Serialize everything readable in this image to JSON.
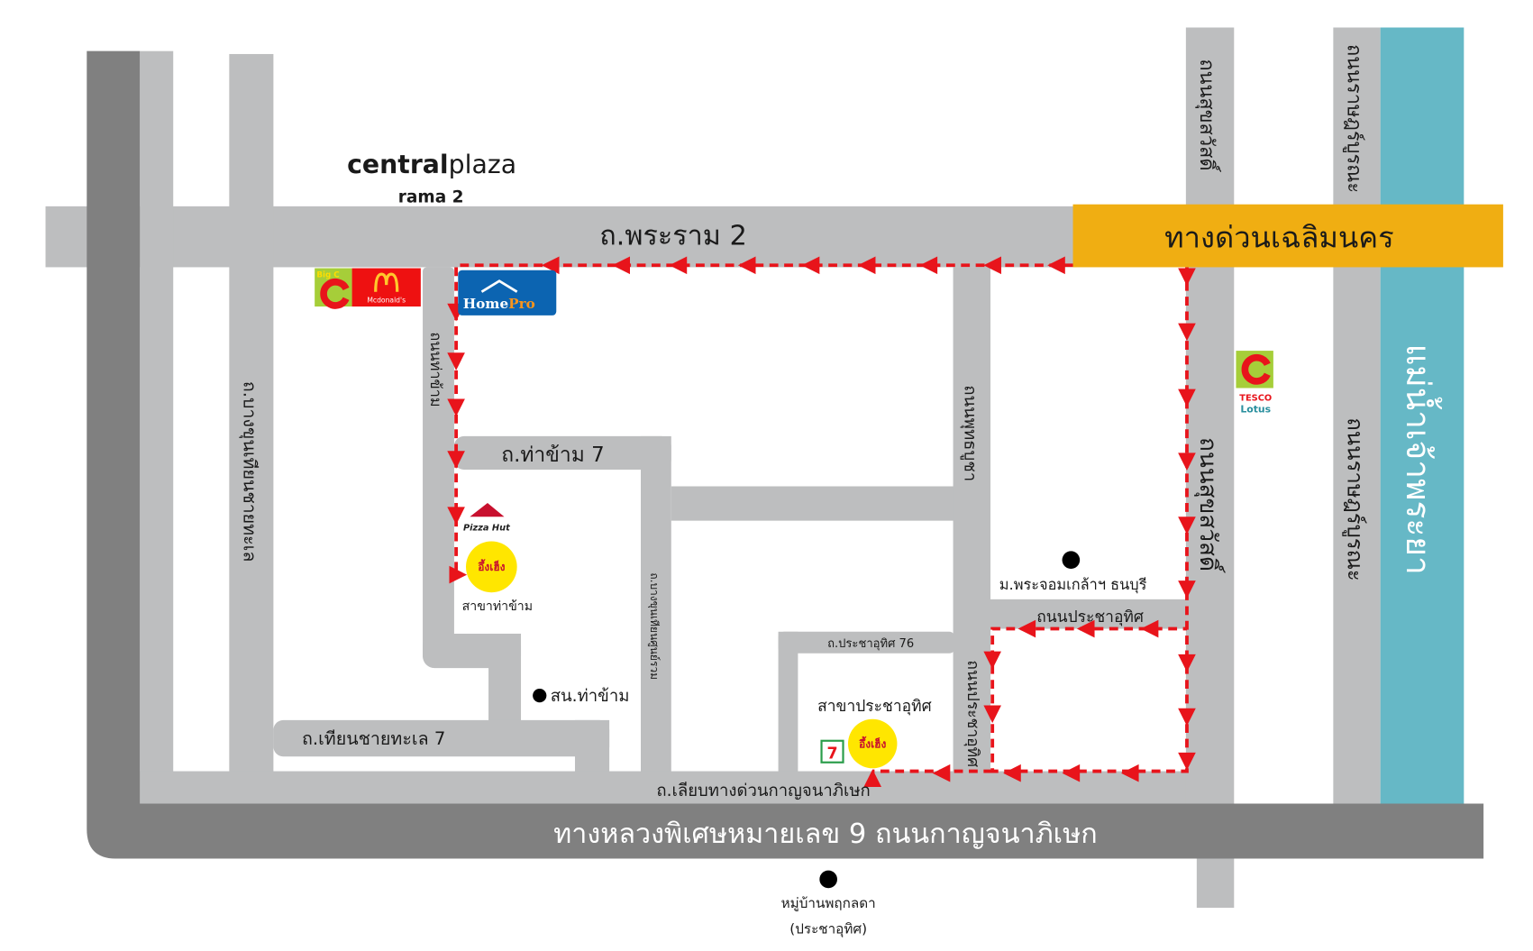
{
  "colors": {
    "road": "#bdbebf",
    "highway": "#808080",
    "expressway": "#f0ae12",
    "river": "#66b8c6",
    "route": "#e8141b"
  },
  "landmarks": {
    "central_brand_a": "central",
    "central_brand_b": "plaza",
    "central_sub": "rama 2",
    "bigc": "Big C",
    "mcdonalds": "Mcdonald's",
    "homepro_a": "Home",
    "homepro_b": "Pro",
    "pizzahut": "Pizza Hut",
    "tesco": "TESCO",
    "lotus": "Lotus",
    "seven": "7",
    "branch_logo": "อึ้งเฮ็ง"
  },
  "roads": {
    "rama2": "ถ.พระราม 2",
    "expressway": "ทางด่วนเฉลิมนคร",
    "suksawat_top": "ถนนสุขสวัสดิ์",
    "suksawat_mid": "ถนนสุขสวัสดิ์",
    "ratburana_top": "ถนนราษฎร์บูรณะ",
    "ratburana_mid": "ถนนราษฎร์บูรณะ",
    "river": "แม่น้ำเจ้าพระยา",
    "phutthabucha": "ถนนพุทธบูชา",
    "thakham": "ถนนท่าข้าม",
    "thakham7": "ถ.ท่าข้าม 7",
    "bangkhunthian": "ถ.บางขุนเทียนชายทะเล",
    "bangkhunthian_soi": "ถ.บางขุนเทียนศูนย์รวม",
    "thianchaythale7": "ถ.เทียนชายทะเล 7",
    "prachauthit": "ถนนประชาอุทิศ",
    "prachauthit_v": "ถนนประชาอุทิศ",
    "prachauthit76": "ถ.ประชาอุทิศ 76",
    "frontage": "ถ.เลียบทางด่วนกาญจนาภิเษก",
    "highway9": "ทางหลวงพิเศษหมายเลข 9 ถนนกาญจนาภิเษก"
  },
  "places": {
    "kmutt": "ม.พระจอมเกล้าฯ ธนบุรี",
    "police": "สน.ท่าข้าม",
    "village_a": "หมู่บ้านพฤกลดา",
    "village_b": "(ประชาอุทิศ)",
    "branch_thakham": "สาขาท่าข้าม",
    "branch_prachauthit": "สาขาประชาอุทิศ"
  }
}
